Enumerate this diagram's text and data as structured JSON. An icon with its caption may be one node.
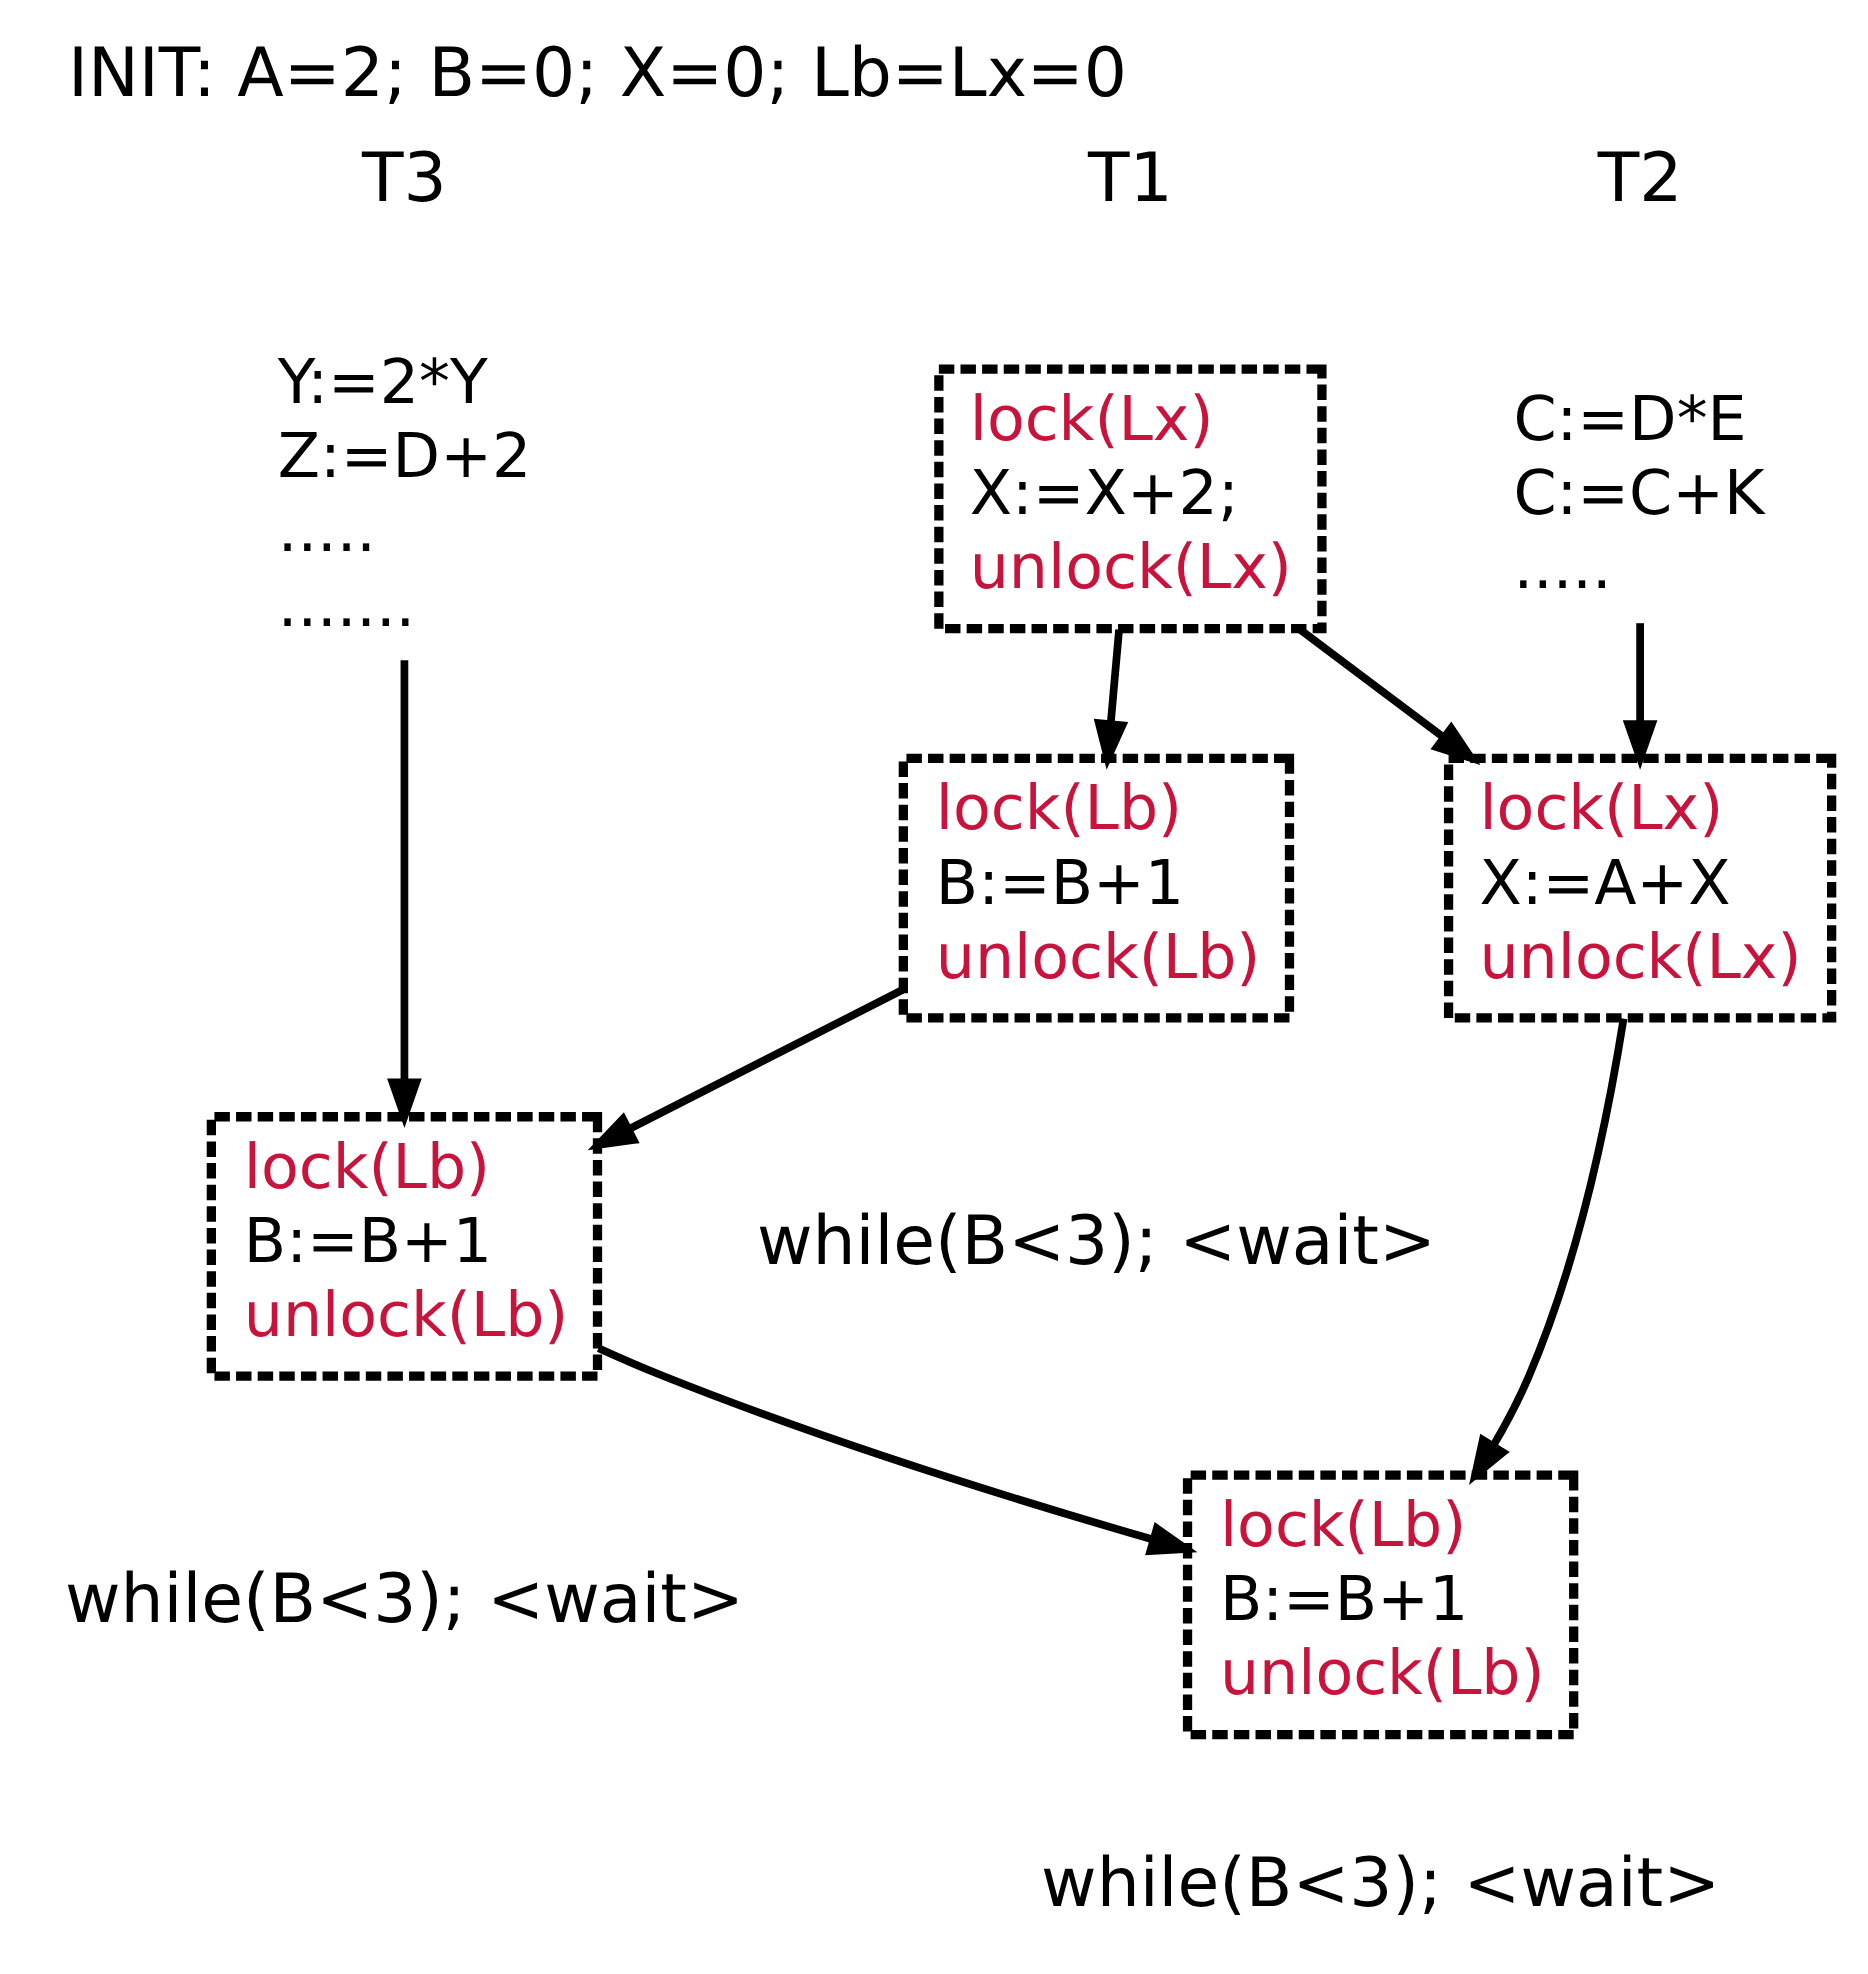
{
  "diagram": {
    "title": "INIT: A=2; B=0; X=0; Lb=Lx=0",
    "nodes": [
      {
        "text": [
          "lock(Lx)",
          "X:=X+2;",
          "unlock(Lx)"
        ]
      },
      {
        "text": [
          "lock(Lb)",
          "B:=B+1",
          "unlock(Lb)"
        ]
      },
      {
        "text": [
          "C:=D*E",
          "C:=C+K",
          "....."
        ]
      },
      {
        "text": [
          "lock(Lx)",
          "X:=A+X",
          "unlock(Lx)"
        ]
      },
      {
        "text": [
          "Y:=2*Y",
          "Z:=D+2",
          ".....",
          "......."
        ]
      },
      {
        "text": [
          "lock(Lb)",
          "B:=B+1",
          "unlock(Lb)"
        ]
      },
      {
        "text": [
          "lock(Lb)",
          "B:=B+1",
          "unlock(Lb)"
        ]
      }
    ],
    "edges": [
      {
        "from": 0,
        "to": 1,
        "arrow": "to"
      },
      {
        "from": 0,
        "to": 3,
        "arrow": "to"
      },
      {
        "from": 2,
        "to": 3,
        "arrow": "to"
      },
      {
        "from": 1,
        "to": 5,
        "arrow": "to"
      },
      {
        "from": 4,
        "to": 5,
        "arrow": "to"
      },
      {
        "from": 3,
        "to": 6,
        "arrow": "to"
      },
      {
        "from": 5,
        "to": 6,
        "arrow": "to"
      }
    ],
    "labels": [
      "T1",
      "T2",
      "T3",
      "while(B<3); <wait>",
      "while(B<3); <wait>",
      "while(B<3); <wait>"
    ]
  }
}
